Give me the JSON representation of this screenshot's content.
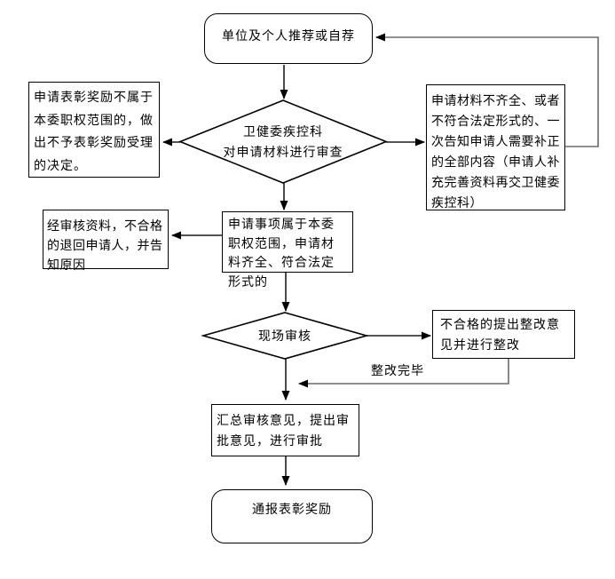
{
  "flowchart": {
    "background": "#ffffff",
    "colors": {
      "node_border": "#000000",
      "node_fill": "#ffffff",
      "edge_line": "#1c1c1c",
      "loop_line": "#6b6b6b",
      "arrowhead": "#000000"
    },
    "nodes": {
      "start": {
        "label": "单位及个人推荐或自荐"
      },
      "review": {
        "line1": "卫健委疾控科",
        "line2": "对申请材料进行审查"
      },
      "reject": {
        "label": "申请表彰奖励不属于本委职权范围的，做出不予表彰奖励受理的决定。"
      },
      "supplement": {
        "label": "申请材料不齐全、或者不符合法定形式的、一次告知申请人需要补正的全部内容（申请人补充完善资料再交卫健委疾控科）"
      },
      "accept": {
        "label": "申请事项属于本委职权范围，申请材料齐全、符合法定形式的"
      },
      "returned": {
        "label": "经审核资料，不合格的退回申请人，并告知原因"
      },
      "onsite": {
        "label": "现场审核"
      },
      "rectify": {
        "label": "不合格的提出整改意见并进行整改"
      },
      "approve": {
        "label": "汇总审核意见，提出审批意见，进行审批"
      },
      "end": {
        "label": "通报表彰奖励"
      }
    },
    "edge_labels": {
      "rectified": "整改完毕"
    }
  }
}
